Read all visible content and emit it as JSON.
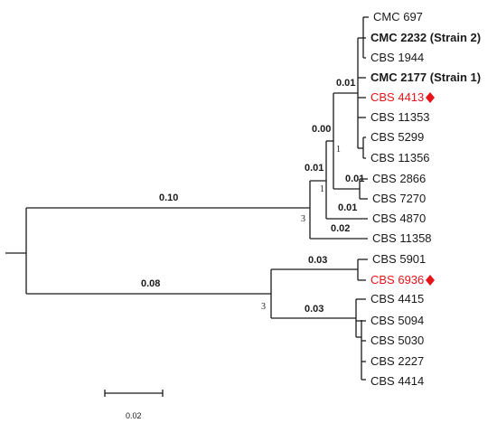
{
  "tips": [
    {
      "id": "t1",
      "label": "CMC 697",
      "style": "normal"
    },
    {
      "id": "t2",
      "label": "CMC 2232 (Strain 2)",
      "style": "bold"
    },
    {
      "id": "t3",
      "label": "CBS 1944",
      "style": "normal"
    },
    {
      "id": "t4",
      "label": "CMC 2177 (Strain 1)",
      "style": "bold"
    },
    {
      "id": "t5",
      "label": "CBS 4413",
      "style": "highlight"
    },
    {
      "id": "t6",
      "label": "CBS 11353",
      "style": "normal"
    },
    {
      "id": "t7",
      "label": "CBS 5299",
      "style": "normal"
    },
    {
      "id": "t8",
      "label": "CBS 11356",
      "style": "normal"
    },
    {
      "id": "t9",
      "label": "CBS 2866",
      "style": "normal"
    },
    {
      "id": "t10",
      "label": "CBS 7270",
      "style": "normal"
    },
    {
      "id": "t11",
      "label": "CBS 4870",
      "style": "normal"
    },
    {
      "id": "t12",
      "label": "CBS 11358",
      "style": "normal"
    },
    {
      "id": "t13",
      "label": "CBS 5901",
      "style": "normal"
    },
    {
      "id": "t14",
      "label": "CBS 6936",
      "style": "highlight"
    },
    {
      "id": "t15",
      "label": "CBS 4415",
      "style": "normal"
    },
    {
      "id": "t16",
      "label": "CBS 5094",
      "style": "normal"
    },
    {
      "id": "t17",
      "label": "CBS 5030",
      "style": "normal"
    },
    {
      "id": "t18",
      "label": "CBS 2227",
      "style": "normal"
    },
    {
      "id": "t19",
      "label": "CBS 4414",
      "style": "normal"
    }
  ],
  "edge_labels": {
    "e_upper_main": "0.10",
    "e_lower_main": "0.08",
    "e_inner_a": "0.01",
    "e_inner_b": "0.00",
    "e_inner_c": "0.01",
    "e_2866_7270": "0.01",
    "e_4870": "0.01",
    "e_11358": "0.02",
    "e_5901_6936": "0.03",
    "e_lower_sub": "0.03"
  },
  "node_labels": {
    "n_upper": "3",
    "n_lower": "3",
    "n_inner_1a": "1",
    "n_inner_1b": "1"
  },
  "scale_bar": {
    "label": "0.02"
  },
  "colors": {
    "highlight": "#e8141b",
    "branch": "#1a1a1a"
  },
  "markers": {
    "symbol": "diamond",
    "on": [
      "CBS 4413",
      "CBS 6936"
    ]
  }
}
